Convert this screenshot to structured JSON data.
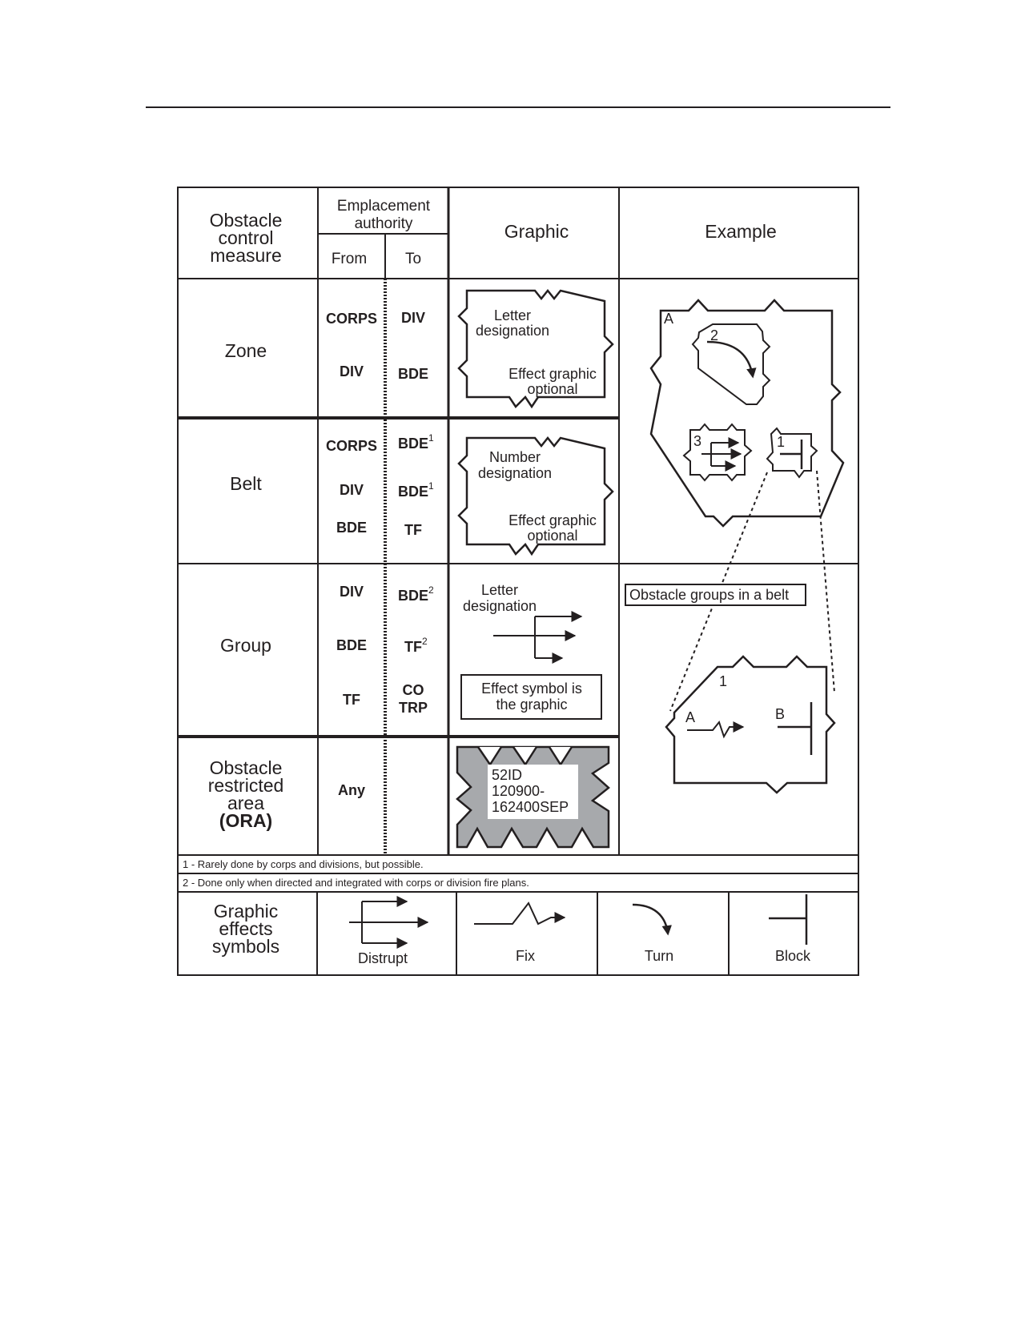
{
  "header": {
    "measure": [
      "Obstacle",
      "control",
      "measure"
    ],
    "emplacement": [
      "Emplacement",
      "authority"
    ],
    "from": "From",
    "to": "To",
    "graphic": "Graphic",
    "example": "Example"
  },
  "rows": [
    {
      "name": [
        "Zone"
      ],
      "authority": [
        {
          "from": "CORPS",
          "to": "DIV",
          "to_sup": ""
        },
        {
          "from": "DIV",
          "to": "BDE",
          "to_sup": ""
        }
      ],
      "graphic_top": [
        "Letter",
        "designation"
      ],
      "graphic_bottom": [
        "Effect graphic",
        "optional"
      ]
    },
    {
      "name": [
        "Belt"
      ],
      "authority": [
        {
          "from": "CORPS",
          "to": "BDE",
          "to_sup": "1"
        },
        {
          "from": "DIV",
          "to": "BDE",
          "to_sup": "1"
        },
        {
          "from": "BDE",
          "to": "TF",
          "to_sup": ""
        }
      ],
      "graphic_top": [
        "Number",
        "designation"
      ],
      "graphic_bottom": [
        "Effect graphic",
        "optional"
      ]
    },
    {
      "name": [
        "Group"
      ],
      "authority": [
        {
          "from": "DIV",
          "to": "BDE",
          "to_sup": "2"
        },
        {
          "from": "BDE",
          "to": "TF",
          "to_sup": "2"
        },
        {
          "from": "TF",
          "to": [
            "CO",
            "TRP"
          ],
          "to_sup": ""
        }
      ],
      "graphic_top": [
        "Letter",
        "designation"
      ],
      "graphic_bottom": [
        "Effect symbol is",
        "the graphic"
      ]
    },
    {
      "name": [
        "Obstacle",
        "restricted",
        "area",
        "(ORA)"
      ],
      "authority": [
        {
          "from": "Any",
          "to": "",
          "to_sup": ""
        }
      ],
      "ora_label": [
        "52ID",
        "120900-",
        "162400SEP"
      ]
    }
  ],
  "example": {
    "zone_letter": "A",
    "inner_zone_number": "2",
    "belt_group_3": "3",
    "belt_group_1": "1",
    "callout": "Obstacle groups in a belt",
    "detail_number": "1",
    "detail_a": "A",
    "detail_b": "B"
  },
  "footnotes": [
    "1 - Rarely done by corps and divisions, but possible.",
    "2 - Done only when directed and integrated with corps or division fire plans."
  ],
  "effects": {
    "title": [
      "Graphic",
      "effects",
      "symbols"
    ],
    "items": [
      {
        "label": "Distrupt",
        "icon": "disrupt-icon"
      },
      {
        "label": "Fix",
        "icon": "fix-icon"
      },
      {
        "label": "Turn",
        "icon": "turn-icon"
      },
      {
        "label": "Block",
        "icon": "block-icon"
      }
    ]
  },
  "colors": {
    "ink": "#231f20",
    "ora_fill": "#a7a9ac"
  }
}
